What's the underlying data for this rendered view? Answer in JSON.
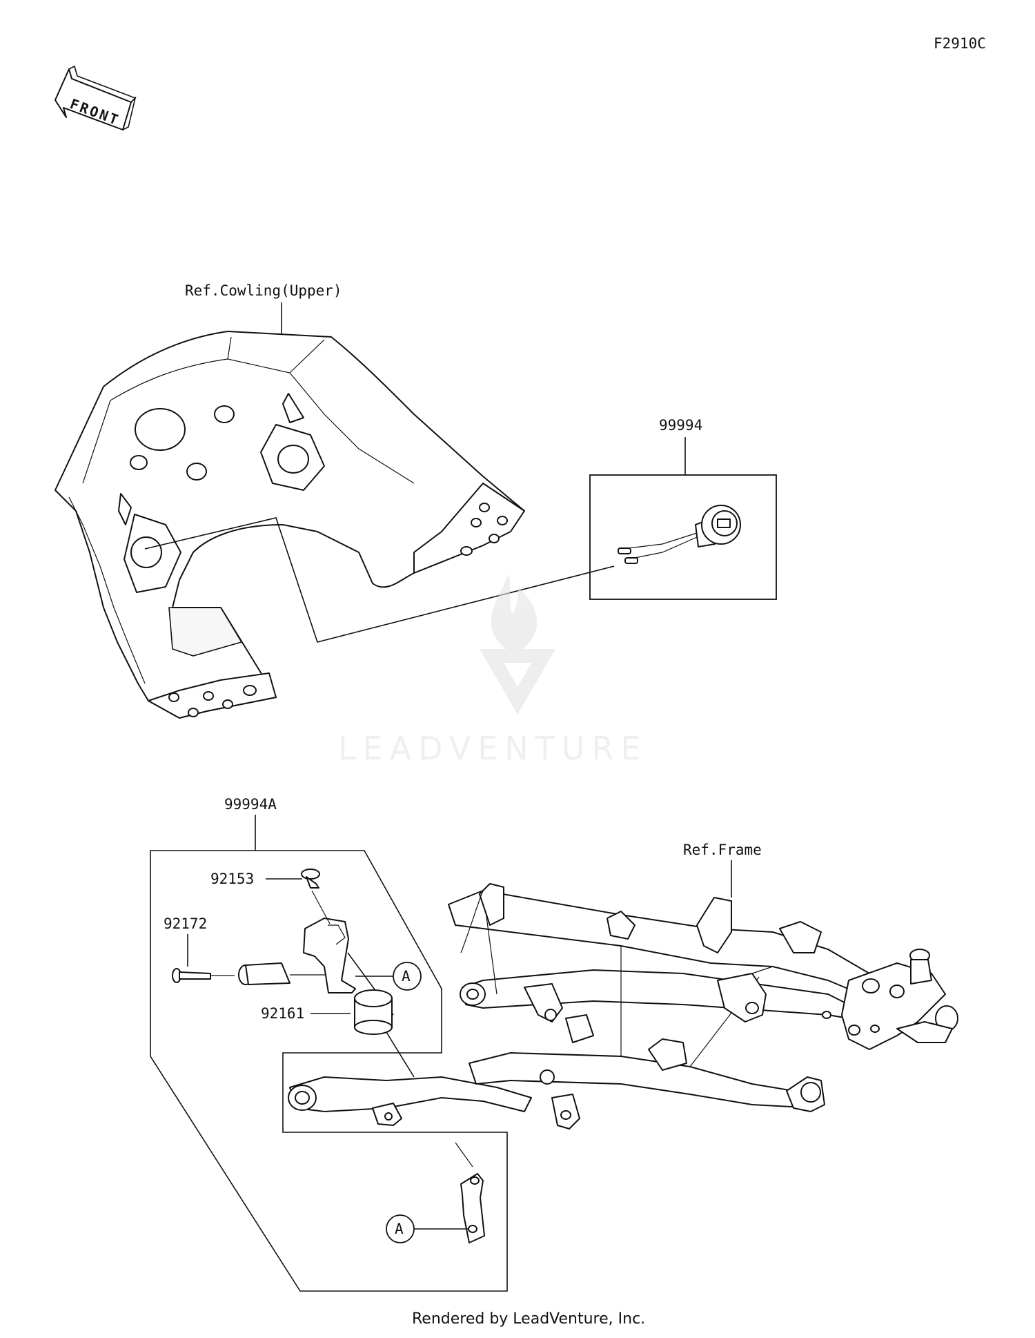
{
  "diagram_code": "F2910C",
  "front_arrow": {
    "label": "FRONT",
    "icon": "front-direction-arrow-icon"
  },
  "callouts": {
    "ref_cowling": "Ref.Cowling(Upper)",
    "ref_frame": "Ref.Frame",
    "p99994": "99994",
    "p99994A": "99994A",
    "p92153": "92153",
    "p92172": "92172",
    "p92161": "92161",
    "marker_a": "A"
  },
  "watermark": "LEADVENTURE",
  "footer": "Rendered by LeadVenture, Inc."
}
